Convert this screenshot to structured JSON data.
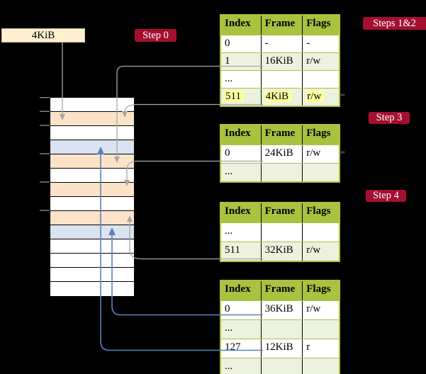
{
  "size_label": {
    "text": "4KiB"
  },
  "badges": {
    "step0": "Step 0",
    "steps12": "Steps 1&2",
    "step3": "Step 3",
    "step4": "Step 4"
  },
  "colors": {
    "background": "#000000",
    "badge_red": "#a50f2f",
    "table_header_green": "#a9c23f",
    "table_row_green": "#edf2e0",
    "table_row_white": "#ffffff",
    "highlight_yellow": "#ffff9d",
    "label_cream": "#fdf0d0",
    "pointer_gray": "#a6a6a6",
    "pointer_blue": "#5b81b8"
  },
  "memory": {
    "palette": {
      "white": "#ffffff",
      "peach": "#fce3c8",
      "blue": "#dae3f1"
    },
    "frames": [
      "white",
      "peach",
      "white",
      "blue",
      "peach",
      "white",
      "peach",
      "white",
      "peach",
      "blue",
      "white",
      "white",
      "white",
      "white"
    ]
  },
  "tables": [
    {
      "name": "table-steps-1-2",
      "headers": [
        "Index",
        "Frame",
        "Flags"
      ],
      "rows": [
        {
          "cells": [
            "0",
            "-",
            "-"
          ],
          "shade": "white",
          "highlight": false
        },
        {
          "cells": [
            "1",
            "16KiB",
            "r/w"
          ],
          "shade": "green",
          "highlight": false
        },
        {
          "cells": [
            "...",
            "",
            ""
          ],
          "shade": "white",
          "highlight": false
        },
        {
          "cells": [
            "511",
            "4KiB",
            "r/w"
          ],
          "shade": "green",
          "highlight": true
        }
      ]
    },
    {
      "name": "table-step-3",
      "headers": [
        "Index",
        "Frame",
        "Flags"
      ],
      "rows": [
        {
          "cells": [
            "0",
            "24KiB",
            "r/w"
          ],
          "shade": "white",
          "highlight": false
        },
        {
          "cells": [
            "...",
            "",
            ""
          ],
          "shade": "green",
          "highlight": false
        }
      ]
    },
    {
      "name": "table-step-4",
      "headers": [
        "Index",
        "Frame",
        "Flags"
      ],
      "rows": [
        {
          "cells": [
            "...",
            "",
            ""
          ],
          "shade": "white",
          "highlight": false
        },
        {
          "cells": [
            "511",
            "32KiB",
            "r/w"
          ],
          "shade": "green",
          "highlight": false
        }
      ]
    },
    {
      "name": "table-final",
      "headers": [
        "Index",
        "Frame",
        "Flags"
      ],
      "rows": [
        {
          "cells": [
            "0",
            "36KiB",
            "r/w"
          ],
          "shade": "white",
          "highlight": false
        },
        {
          "cells": [
            "...",
            "",
            ""
          ],
          "shade": "green",
          "highlight": false
        },
        {
          "cells": [
            "127",
            "12KiB",
            "r"
          ],
          "shade": "white",
          "highlight": false
        },
        {
          "cells": [
            "...",
            "",
            ""
          ],
          "shade": "green",
          "highlight": false
        }
      ]
    }
  ],
  "pointers": [
    {
      "from": "4KiB-label",
      "to": "memory-frame-4KiB",
      "color": "gray"
    },
    {
      "from": "table-steps-1-2 row 1",
      "to": "memory-frame-16KiB",
      "color": "gray"
    },
    {
      "from": "table-steps-1-2 row 511",
      "to": "memory-frame-4KiB",
      "color": "gray"
    },
    {
      "from": "table-step-3 row 0",
      "to": "memory-frame-24KiB",
      "color": "gray"
    },
    {
      "from": "table-step-4 row 511",
      "to": "memory-frame-32KiB",
      "color": "gray"
    },
    {
      "from": "table-final row 0",
      "to": "memory-frame-36KiB",
      "color": "blue"
    },
    {
      "from": "table-final row 127",
      "to": "memory-frame-12KiB",
      "color": "blue"
    }
  ]
}
